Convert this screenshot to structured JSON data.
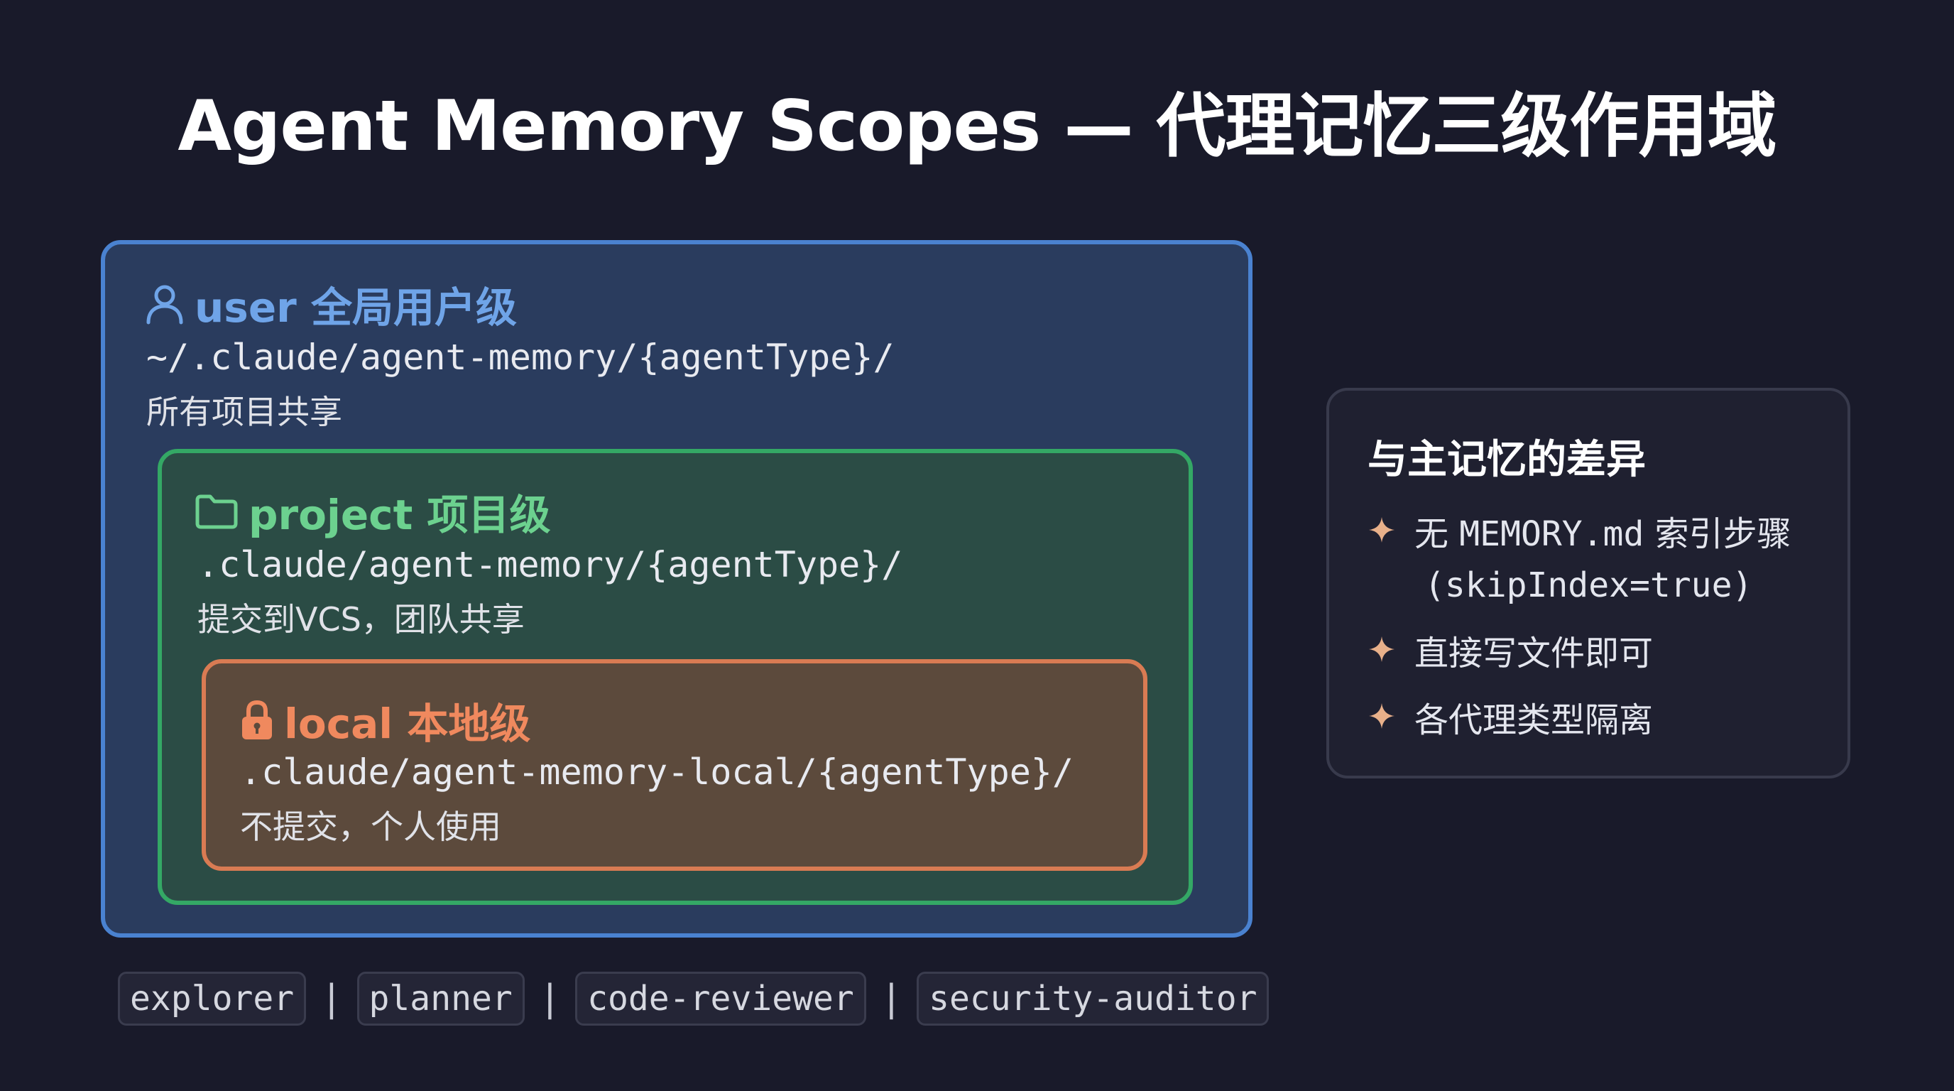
{
  "title": "Agent Memory Scopes — 代理记忆三级作用域",
  "scopes": {
    "user": {
      "icon": "user-icon",
      "name": "user 全局用户级",
      "path": "~/.claude/agent-memory/{agentType}/",
      "description": "所有项目共享",
      "color": "#4a82d0"
    },
    "project": {
      "icon": "folder-icon",
      "name": "project 项目级",
      "path": ".claude/agent-memory/{agentType}/",
      "description": "提交到VCS，团队共享",
      "color": "#34a865"
    },
    "local": {
      "icon": "lock-icon",
      "name": "local 本地级",
      "path": ".claude/agent-memory-local/{agentType}/",
      "description": "不提交，个人使用",
      "color": "#d97b53"
    }
  },
  "differences": {
    "title": "与主记忆的差异",
    "items": [
      {
        "prefix": "无 ",
        "code": "MEMORY.md",
        "suffix": " 索引步骤",
        "line2": "(skipIndex=true)"
      },
      {
        "prefix": "直接写文件即可"
      },
      {
        "prefix": "各代理类型隔离"
      }
    ],
    "bullet_icon": "sparkle-icon",
    "bullet_color": "#e8b08a"
  },
  "agent_types": [
    "explorer",
    "planner",
    "code-reviewer",
    "security-auditor"
  ],
  "agent_separator": "|"
}
